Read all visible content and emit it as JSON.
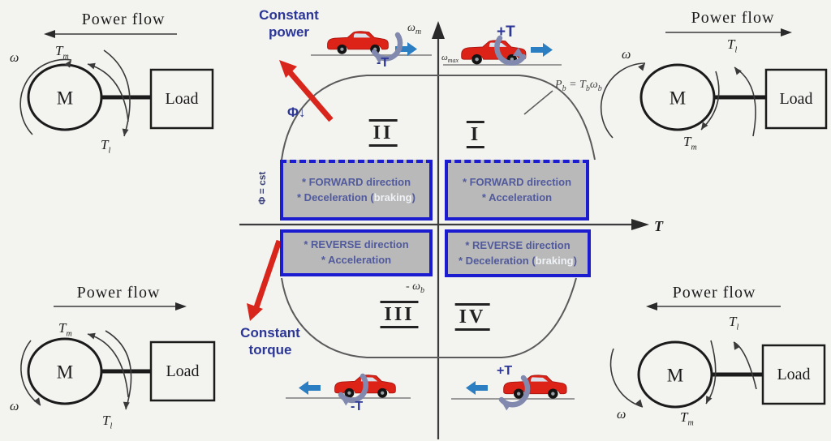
{
  "colors": {
    "box_border_blue": "#1b1bd0",
    "box_background": "#b9b9b9",
    "annotation_navy": "#2b3697",
    "arrow_red": "#d9261c",
    "motion_arrow_blue": "#2b7ec2",
    "torque_curl_gray": "#8289ae"
  },
  "corners": {
    "top_left": {
      "power_flow": "Power flow",
      "omega": "ω",
      "motor": "M",
      "load": "Load",
      "upper_torque": {
        "base": "T",
        "sub": "m"
      },
      "lower_torque": {
        "base": "T",
        "sub": "l"
      }
    },
    "top_right": {
      "power_flow": "Power flow",
      "omega": "ω",
      "motor": "M",
      "load": "Load",
      "upper_torque": {
        "base": "T",
        "sub": "l"
      },
      "lower_torque": {
        "base": "T",
        "sub": "m"
      }
    },
    "bottom_left": {
      "power_flow": "Power flow",
      "omega": "ω",
      "motor": "M",
      "load": "Load",
      "upper_torque": {
        "base": "T",
        "sub": "m"
      },
      "lower_torque": {
        "base": "T",
        "sub": "l"
      }
    },
    "bottom_right": {
      "power_flow": "Power flow",
      "omega": "ω",
      "motor": "M",
      "load": "Load",
      "upper_torque": {
        "base": "T",
        "sub": "l"
      },
      "lower_torque": {
        "base": "T",
        "sub": "m"
      }
    }
  },
  "center": {
    "annotations": {
      "constant_power_line1": "Constant",
      "constant_power_line2": "power",
      "constant_torque_line1": "Constant",
      "constant_torque_line2": "torque",
      "flux_weakening": "Φ↓",
      "flux_constant": "Φ = cst"
    },
    "axis": {
      "vertical_base": "ω",
      "vertical_sub": "m",
      "vertical_tick_base": "ω",
      "vertical_tick_sub": "max",
      "negative_tick_base": "- ω",
      "negative_tick_sub": "b",
      "horizontal": "T"
    },
    "equation": {
      "p": "P",
      "p_sub": "b",
      "eq": " = ",
      "t": "T",
      "t_sub": "b",
      "omega": "ω",
      "omega_sub": "b"
    },
    "quadrants": {
      "q1": {
        "numeral": "I",
        "line1": "* FORWARD direction",
        "line2_pre": "* Acceleration",
        "line2_highlight": "",
        "line2_post": "",
        "car_torque": "+T"
      },
      "q2": {
        "numeral": "II",
        "line1": "* FORWARD direction",
        "line2_pre": "* Deceleration (",
        "line2_highlight": "braking",
        "line2_post": ")",
        "car_torque": "-T"
      },
      "q3": {
        "numeral": "III",
        "line1": "* REVERSE direction",
        "line2_pre": "* Acceleration",
        "line2_highlight": "",
        "line2_post": "",
        "car_torque": "-T"
      },
      "q4": {
        "numeral": "IV",
        "line1": "* REVERSE direction",
        "line2_pre": "* Deceleration (",
        "line2_highlight": "braking",
        "line2_post": ")",
        "car_torque": "+T"
      }
    }
  }
}
